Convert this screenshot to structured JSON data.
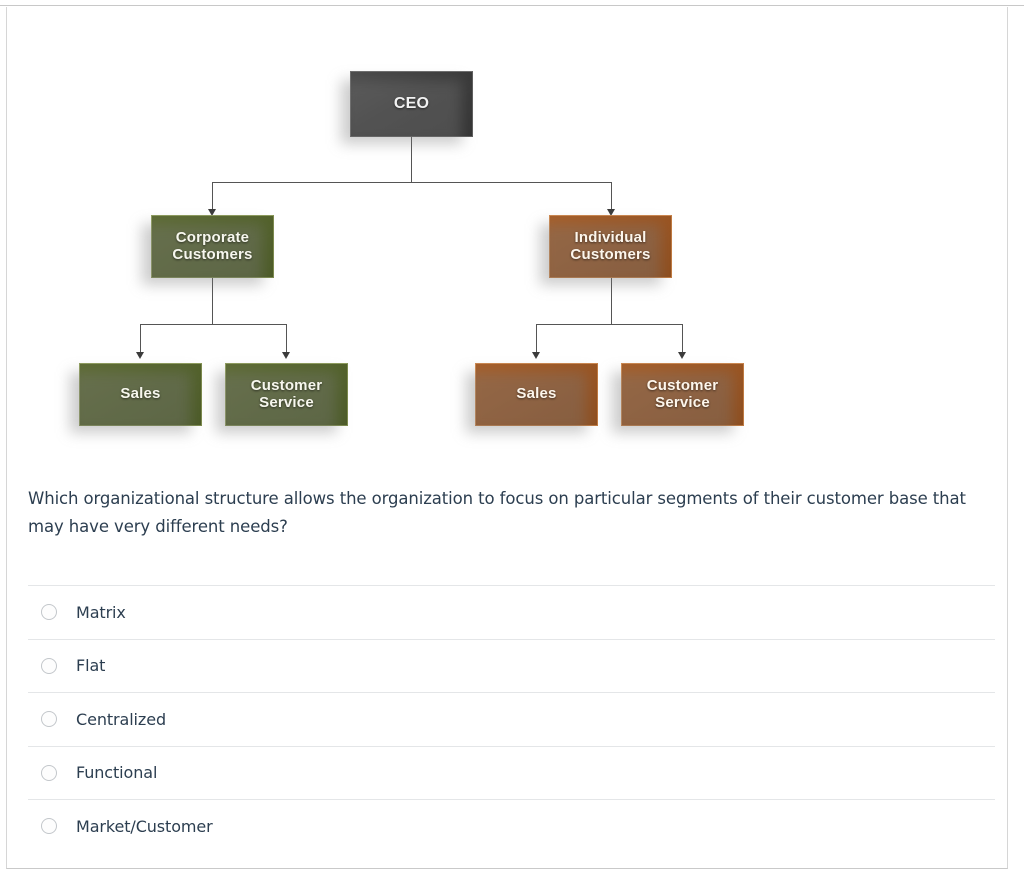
{
  "colors": {
    "ceo_box": "#3b3b3b",
    "green_box": "#55642d",
    "orange_box": "#9c5623",
    "text": "#2c3e50",
    "divider": "#e4e6e8",
    "radio_border": "#c3c7cb"
  },
  "diagram": {
    "type": "org-chart",
    "nodes": [
      {
        "id": "ceo",
        "label": "CEO",
        "level": 0,
        "color": "#3b3b3b"
      },
      {
        "id": "corporate-customers",
        "label": "Corporate\nCustomers",
        "line1": "Corporate",
        "line2": "Customers",
        "level": 1,
        "color": "#55642d"
      },
      {
        "id": "individual-customers",
        "label": "Individual\nCustomers",
        "line1": "Individual",
        "line2": "Customers",
        "level": 1,
        "color": "#9c5623"
      },
      {
        "id": "corporate-sales",
        "label": "Sales",
        "level": 2,
        "color": "#55642d"
      },
      {
        "id": "corporate-customer-service",
        "label": "Customer\nService",
        "line1": "Customer",
        "line2": "Service",
        "level": 2,
        "color": "#55642d"
      },
      {
        "id": "individual-sales",
        "label": "Sales",
        "level": 2,
        "color": "#9c5623"
      },
      {
        "id": "individual-customer-service",
        "label": "Customer\nService",
        "line1": "Customer",
        "line2": "Service",
        "level": 2,
        "color": "#9c5623"
      }
    ],
    "edges": [
      {
        "from": "ceo",
        "to": "corporate-customers"
      },
      {
        "from": "ceo",
        "to": "individual-customers"
      },
      {
        "from": "corporate-customers",
        "to": "corporate-sales"
      },
      {
        "from": "corporate-customers",
        "to": "corporate-customer-service"
      },
      {
        "from": "individual-customers",
        "to": "individual-sales"
      },
      {
        "from": "individual-customers",
        "to": "individual-customer-service"
      }
    ]
  },
  "question": {
    "text": "Which organizational structure allows the organization to focus on particular segments of their customer base that may have very different needs?"
  },
  "options": [
    {
      "id": "matrix",
      "label": "Matrix",
      "selected": false
    },
    {
      "id": "flat",
      "label": "Flat",
      "selected": false
    },
    {
      "id": "centralized",
      "label": "Centralized",
      "selected": false
    },
    {
      "id": "functional",
      "label": "Functional",
      "selected": false
    },
    {
      "id": "market-customer",
      "label": "Market/Customer",
      "selected": false
    }
  ]
}
